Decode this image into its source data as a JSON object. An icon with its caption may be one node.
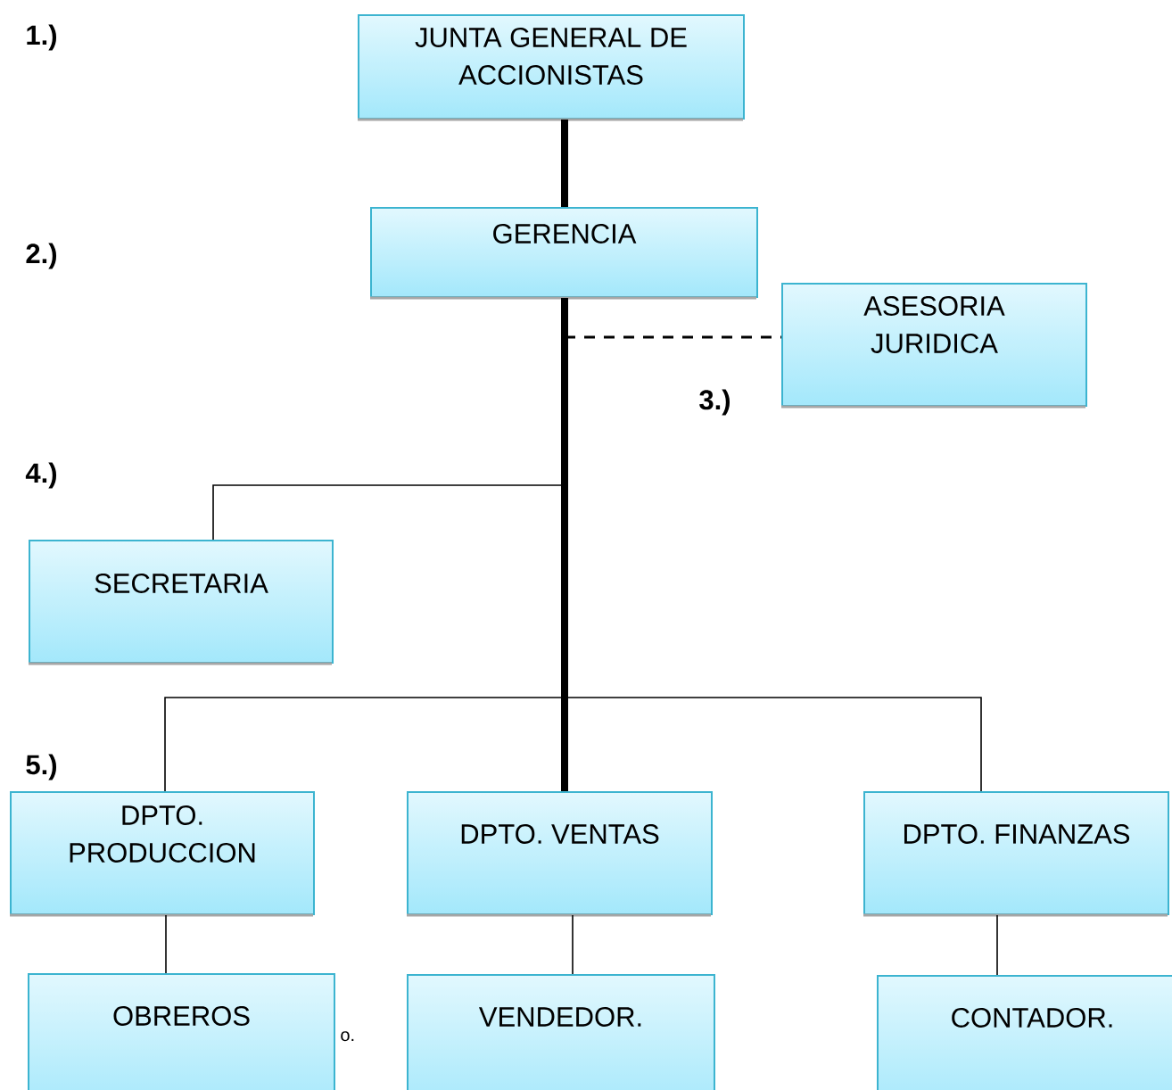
{
  "diagram": {
    "nodes": [
      {
        "text": [
          "JUNTA GENERAL DE ACCIONISTAS"
        ]
      },
      {
        "text": [
          "GERENCIA"
        ]
      },
      {
        "text": [
          "ASESORIA JURIDICA"
        ]
      },
      {
        "text": [
          "SECRETARIA"
        ]
      },
      {
        "text": [
          "DPTO. PRODUCCION"
        ]
      },
      {
        "text": [
          "DPTO. VENTAS"
        ]
      },
      {
        "text": [
          "DPTO. FINANZAS"
        ]
      },
      {
        "text": [
          "OBREROS"
        ]
      },
      {
        "text": [
          "VENDEDOR."
        ]
      },
      {
        "text": [
          "CONTADOR."
        ]
      }
    ],
    "edges": [
      {
        "from": 0,
        "to": 1,
        "arrow": "none",
        "style": "thick"
      },
      {
        "from": 1,
        "to": 2,
        "arrow": "none",
        "style": "dashed"
      },
      {
        "from": 1,
        "to": 3,
        "arrow": "none"
      },
      {
        "from": 1,
        "to": 4,
        "arrow": "none"
      },
      {
        "from": 1,
        "to": 5,
        "arrow": "none",
        "style": "thick"
      },
      {
        "from": 1,
        "to": 6,
        "arrow": "none"
      },
      {
        "from": 4,
        "to": 7,
        "arrow": "none"
      },
      {
        "from": 5,
        "to": 8,
        "arrow": "none"
      },
      {
        "from": 6,
        "to": 9,
        "arrow": "none"
      }
    ],
    "labels": [
      "1.)",
      "2.)",
      "3.)",
      "4.)",
      "5.)",
      "o."
    ]
  }
}
